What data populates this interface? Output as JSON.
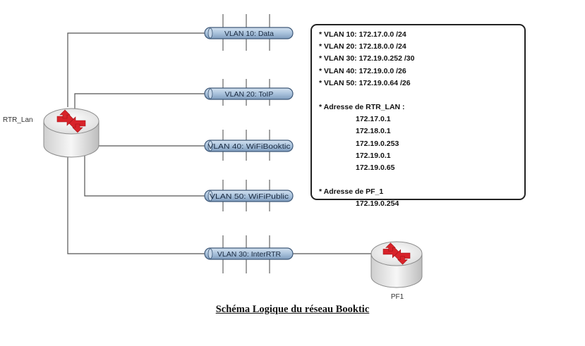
{
  "title": "Schéma Logique du réseau Booktic",
  "routers": {
    "rtr_lan": {
      "label": "RTR_Lan"
    },
    "pf1": {
      "label": "PF1"
    }
  },
  "vlans": [
    {
      "id": "vlan10",
      "label": "VLAN 10: Data"
    },
    {
      "id": "vlan20",
      "label": "VLAN 20: ToIP"
    },
    {
      "id": "vlan40",
      "label": "VLAN 40: WiFiBooktic"
    },
    {
      "id": "vlan50",
      "label": "VLAN 50: WiFiPublic"
    },
    {
      "id": "vlan30",
      "label": "VLAN 30: InterRTR"
    }
  ],
  "info": {
    "subnets": [
      "* VLAN 10: 172.17.0.0 /24",
      "* VLAN 20: 172.18.0.0 /24",
      "* VLAN 30: 172.19.0.252 /30",
      "* VLAN 40: 172.19.0.0 /26",
      "* VLAN 50: 172.19.0.64 /26"
    ],
    "rtr_header": "* Adresse de RTR_LAN :",
    "rtr_addresses": [
      "172.17.0.1",
      "172.18.0.1",
      "172.19.0.253",
      "172.19.0.1",
      "172.19.0.65"
    ],
    "pf_header": "* Adresse de PF_1",
    "pf_addresses": [
      "172.19.0.254"
    ]
  },
  "colors": {
    "bus_fill": "#a9c2dc",
    "bus_stroke": "#3d5878",
    "router_body": "#eeeeee",
    "router_arrows": "#d8232a",
    "link": "#555555"
  }
}
